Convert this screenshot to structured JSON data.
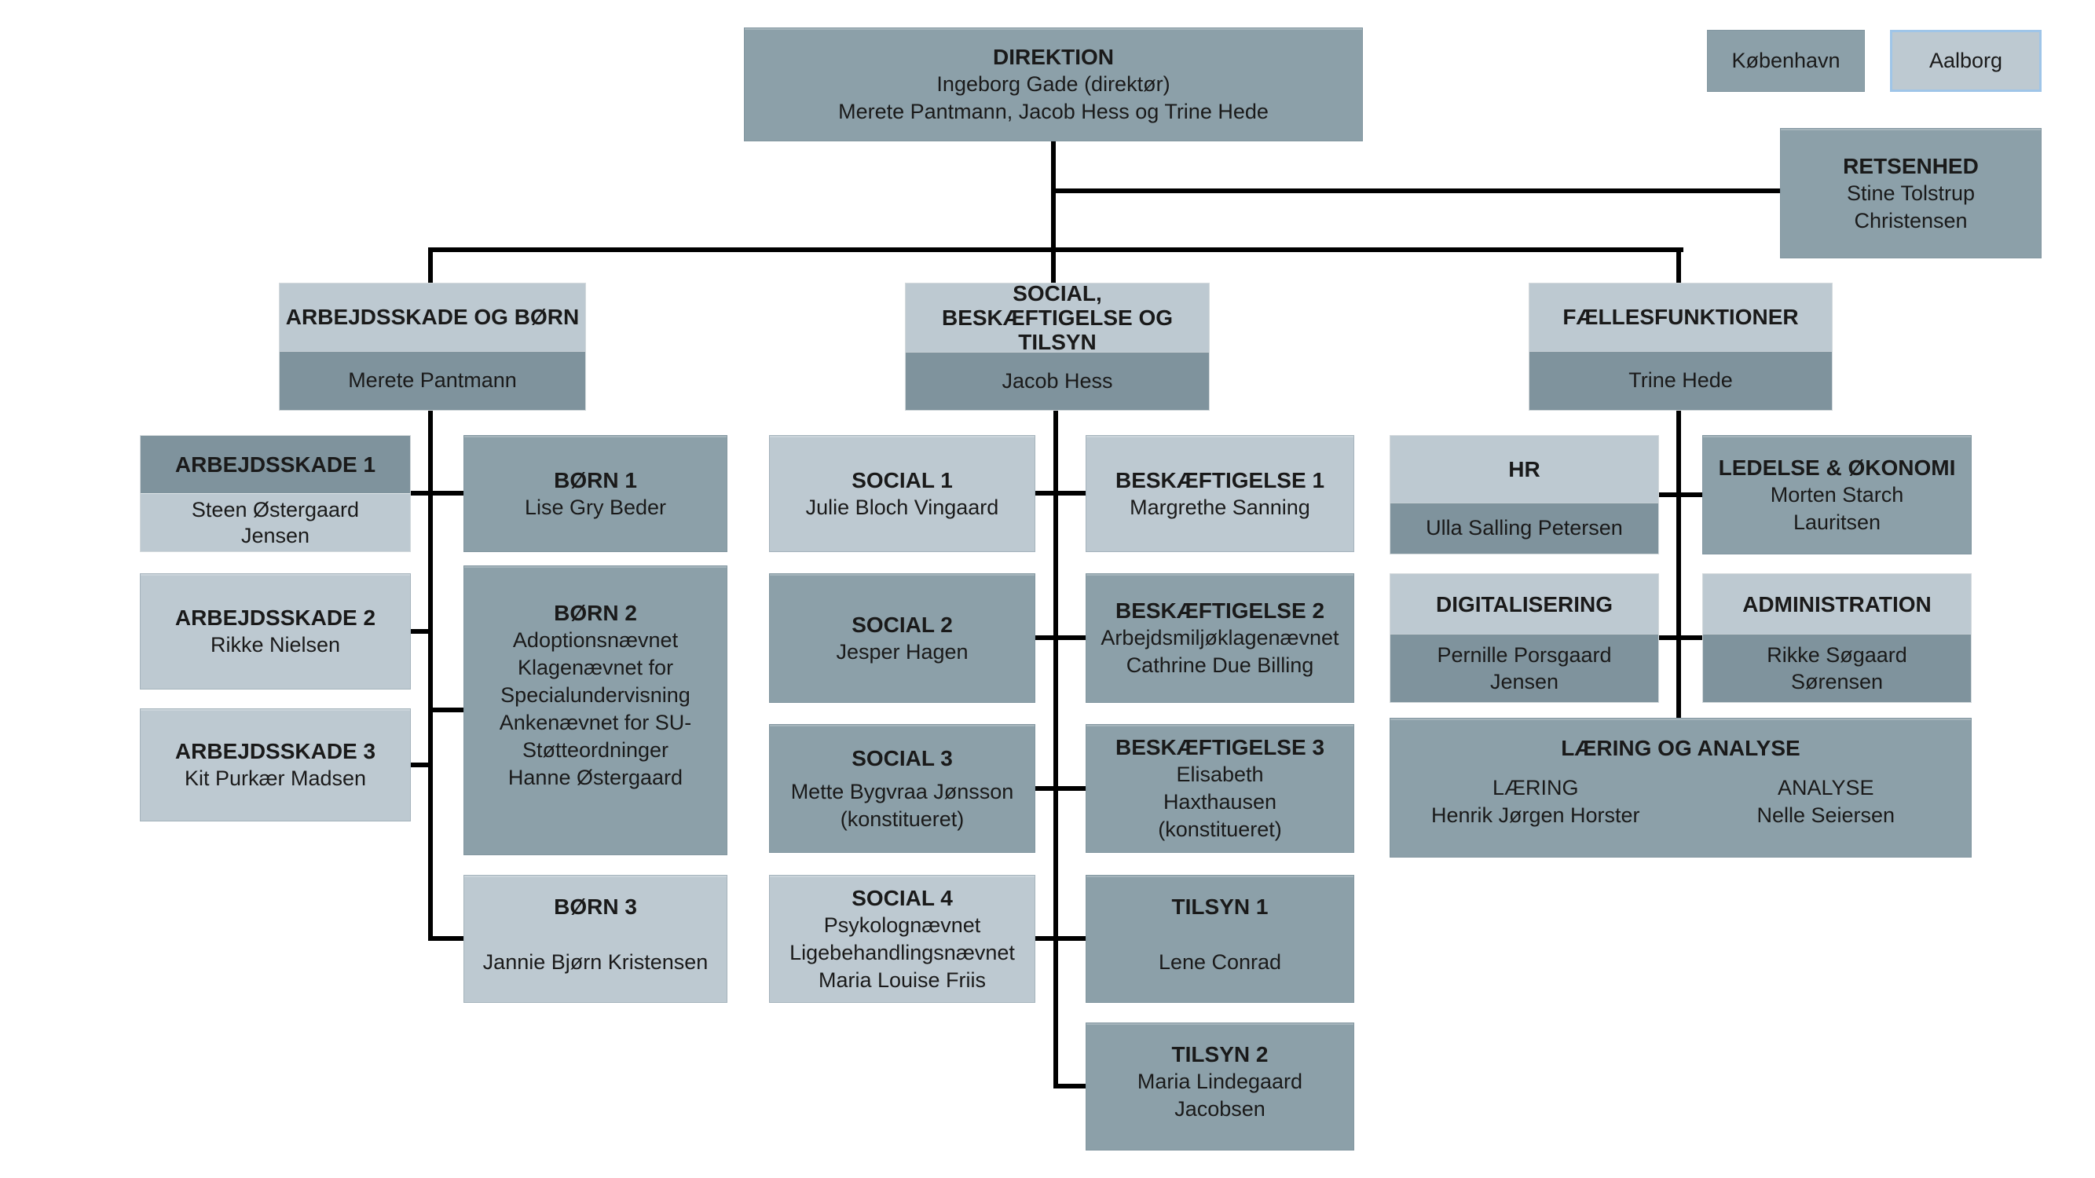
{
  "colors": {
    "light": "#BDC9D1",
    "mid": "#8CA0A9",
    "dark": "#7F939D",
    "line": "#000000",
    "aalborg_border": "#9FC5E8",
    "background": "#FFFFFF"
  },
  "legend": {
    "copenhagen": "København",
    "aalborg": "Aalborg"
  },
  "boxes": {
    "direktion": {
      "title": "DIREKTION",
      "lines": [
        "Ingeborg Gade (direktør)",
        "Merete Pantmann, Jacob Hess og Trine Hede"
      ]
    },
    "retsenhed": {
      "title": "RETSENHED",
      "lines": [
        "Stine Tolstrup",
        "Christensen"
      ]
    }
  },
  "branches": {
    "arbejdsskade": {
      "title": "ARBEJDSSKADE OG BØRN",
      "name": "Merete Pantmann"
    },
    "social": {
      "title": "SOCIAL, BESKÆFTIGELSE OG TILSYN",
      "name": "Jacob Hess"
    },
    "faelles": {
      "title": "FÆLLESFUNKTIONER",
      "name": "Trine Hede"
    }
  },
  "units": {
    "arb1": {
      "title": "ARBEJDSSKADE 1",
      "lines": [
        "Steen Østergaard",
        "Jensen"
      ]
    },
    "arb2": {
      "title": "ARBEJDSSKADE 2",
      "lines": [
        "Rikke Nielsen"
      ]
    },
    "arb3": {
      "title": "ARBEJDSSKADE 3",
      "lines": [
        "Kit Purkær Madsen"
      ]
    },
    "boern1": {
      "title": "BØRN 1",
      "lines": [
        "Lise Gry Beder"
      ]
    },
    "boern2": {
      "title": "BØRN 2",
      "lines": [
        "Adoptionsnævnet",
        "Klagenævnet for",
        "Specialundervisning",
        "Ankenævnet for SU-",
        "Støtteordninger",
        "Hanne Østergaard"
      ]
    },
    "boern3": {
      "title": "BØRN 3",
      "lines": [
        "Jannie Bjørn Kristensen"
      ]
    },
    "social1": {
      "title": "SOCIAL 1",
      "lines": [
        "Julie Bloch Vingaard"
      ]
    },
    "social2": {
      "title": "SOCIAL 2",
      "lines": [
        "Jesper Hagen"
      ]
    },
    "social3": {
      "title": "SOCIAL 3",
      "lines": [
        "Mette Bygvraa Jønsson",
        "(konstitueret)"
      ]
    },
    "social4": {
      "title": "SOCIAL 4",
      "lines": [
        "Psykolognævnet",
        "Ligebehandlingsnævnet",
        "Maria Louise Friis"
      ]
    },
    "besk1": {
      "title": "BESKÆFTIGELSE 1",
      "lines": [
        "Margrethe Sanning"
      ]
    },
    "besk2": {
      "title": "BESKÆFTIGELSE 2",
      "lines": [
        "Arbejdsmiljøklagenævnet",
        "Cathrine Due Billing"
      ]
    },
    "besk3": {
      "title": "BESKÆFTIGELSE 3",
      "lines": [
        "Elisabeth",
        "Haxthausen",
        "(konstitueret)"
      ]
    },
    "tilsyn1": {
      "title": "TILSYN 1",
      "lines": [
        "Lene Conrad"
      ]
    },
    "tilsyn2": {
      "title": "TILSYN 2",
      "lines": [
        "Maria Lindegaard",
        "Jacobsen"
      ]
    },
    "hr": {
      "title": "HR",
      "lines": [
        "Ulla Salling Petersen"
      ]
    },
    "ledelse": {
      "title": "LEDELSE & ØKONOMI",
      "lines": [
        "Morten Starch",
        "Lauritsen"
      ]
    },
    "digitalisering": {
      "title": "DIGITALISERING",
      "lines": [
        "Pernille Porsgaard",
        "Jensen"
      ]
    },
    "administration": {
      "title": "ADMINISTRATION",
      "lines": [
        "Rikke Søgaard",
        "Sørensen"
      ]
    },
    "laering": {
      "title": "LÆRING OG ANALYSE",
      "sub": [
        {
          "title": "LÆRING",
          "name": "Henrik Jørgen Horster"
        },
        {
          "title": "ANALYSE",
          "name": "Nelle Seiersen"
        }
      ]
    }
  }
}
